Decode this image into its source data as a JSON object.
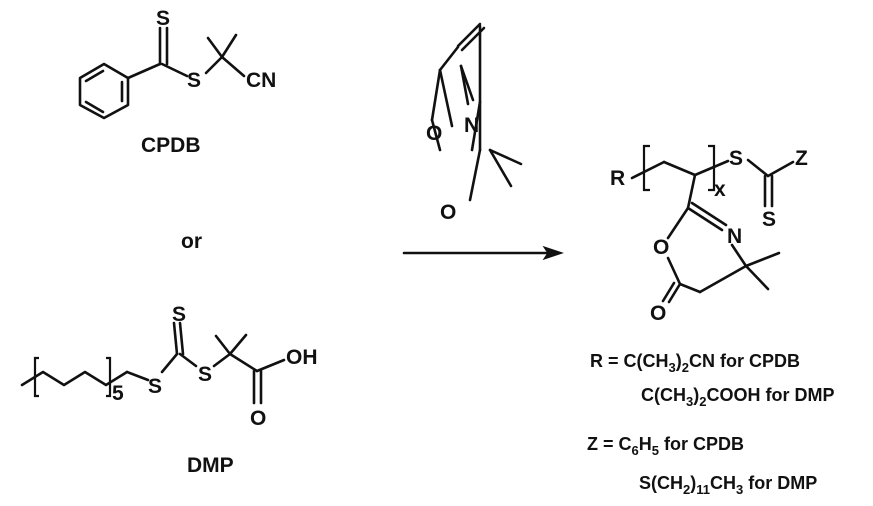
{
  "atoms": {
    "sulfur": "S",
    "nitrogen": "N",
    "oxygen": "O",
    "cyano": "CN",
    "hydroxyl": "OH",
    "r_group": "R",
    "z_group": "Z",
    "repeat_x": "x",
    "repeat_5": "5"
  },
  "labels": {
    "cpdb": "CPDB",
    "or": "or",
    "dmp": "DMP"
  },
  "notes": {
    "r_line1": {
      "pre": "R = C(CH",
      "s1": "3",
      "mid": ")",
      "s2": "2",
      "post": "CN for CPDB"
    },
    "r_line2": {
      "pre": "C(CH",
      "s1": "3",
      "mid": ")",
      "s2": "2",
      "post": "COOH for DMP"
    },
    "z_line1": {
      "pre": "Z = C",
      "s1": "6",
      "mid": "H",
      "s2": "5",
      "post": " for CPDB"
    },
    "z_line2": {
      "pre": "S(CH",
      "s1": "2",
      "mid": ")",
      "s2": "11",
      "post": "CH",
      "s3": "3",
      "post2": " for DMP"
    }
  },
  "colors": {
    "ink": "#111111",
    "background": "#ffffff"
  }
}
